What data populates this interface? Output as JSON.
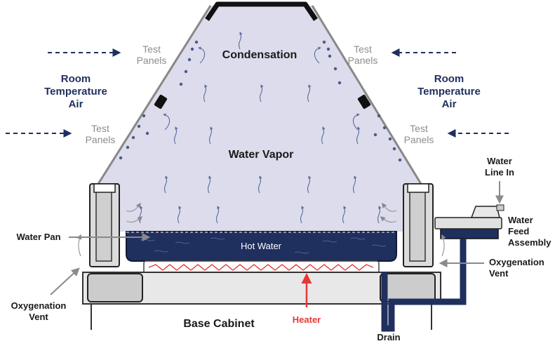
{
  "labels": {
    "condensation": "Condensation",
    "water_vapor": "Water Vapor",
    "hot_water": "Hot Water",
    "base_cabinet": "Base Cabinet",
    "heater": "Heater",
    "drain": "Drain",
    "water_pan": "Water Pan",
    "room_air_left": [
      "Room",
      "Temperature",
      "Air"
    ],
    "room_air_right": [
      "Room",
      "Temperature",
      "Air"
    ],
    "test_panels_tl": [
      "Test",
      "Panels"
    ],
    "test_panels_tr": [
      "Test",
      "Panels"
    ],
    "test_panels_ml": [
      "Test",
      "Panels"
    ],
    "test_panels_mr": [
      "Test",
      "Panels"
    ],
    "water_line_in": [
      "Water",
      "Line In"
    ],
    "water_feed_assembly": [
      "Water",
      "Feed",
      "Assembly"
    ],
    "oxygenation_vent_right": [
      "Oxygenation",
      "Vent"
    ],
    "oxygenation_vent_left": [
      "Oxygenation",
      "Vent"
    ]
  },
  "colors": {
    "navy": "#1f2f5e",
    "vapor": "#dcdcec",
    "heater": "#e53935",
    "grey_label": "#8d8d8d"
  }
}
